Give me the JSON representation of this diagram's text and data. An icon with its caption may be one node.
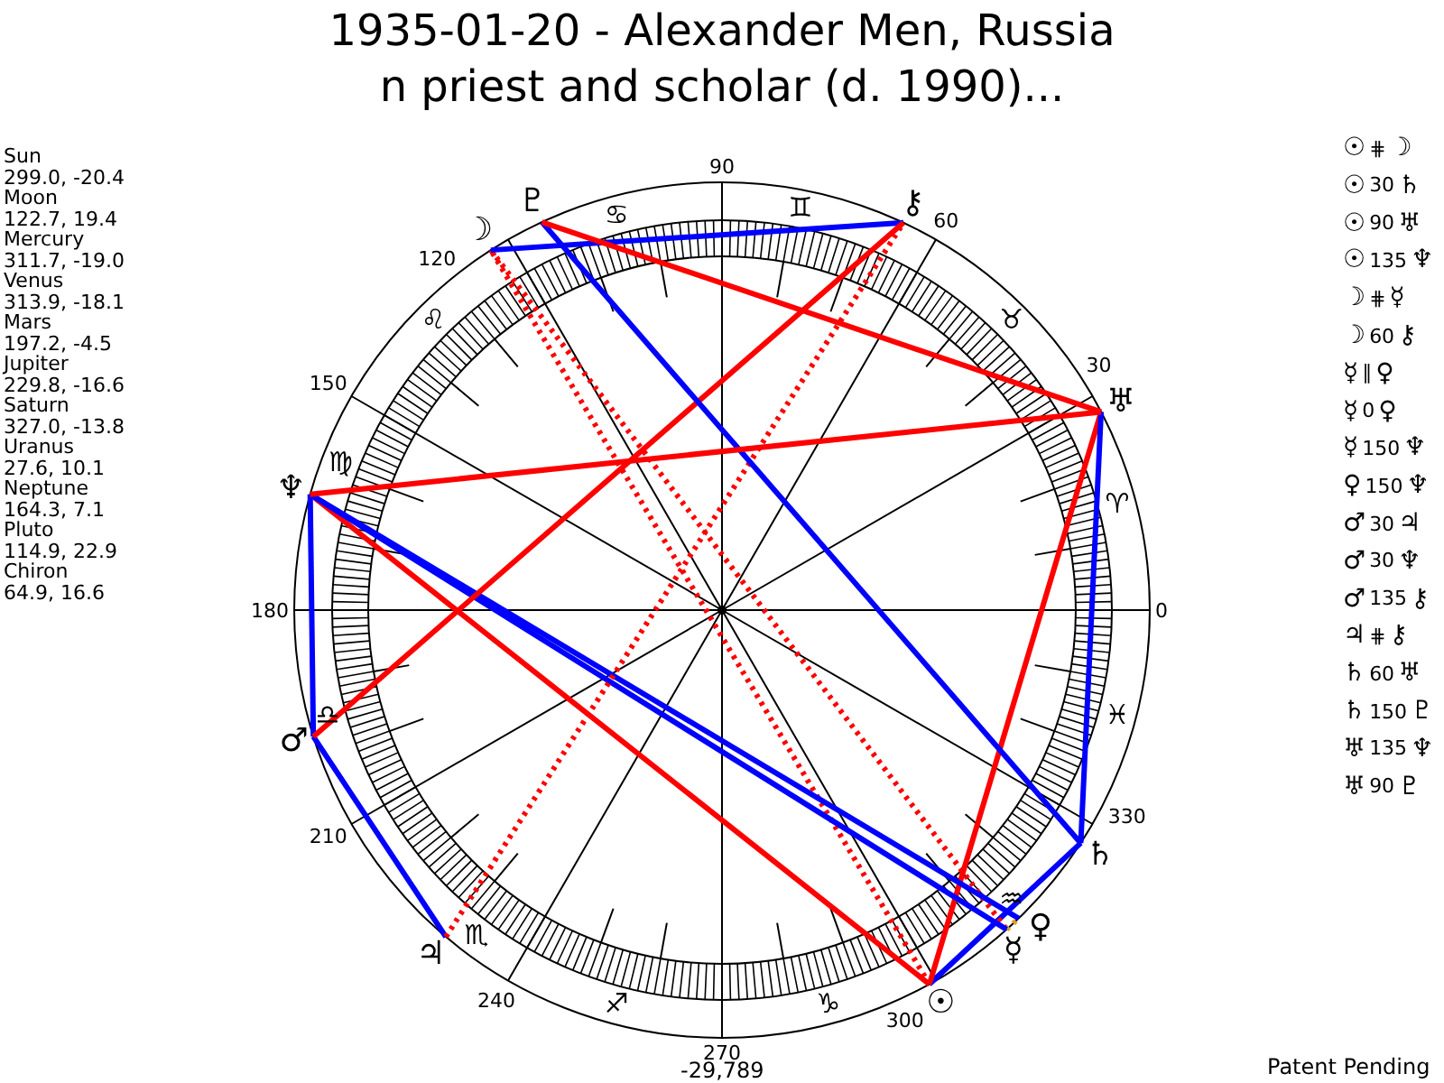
{
  "diagram": {
    "title": "1935-01-20 - Alexander Men, Russia n priest and scholar (d. 1990)...",
    "nodes": [
      {
        "text": [
          "☉"
        ]
      },
      {
        "text": [
          "☽"
        ]
      },
      {
        "text": [
          "☿"
        ]
      },
      {
        "text": [
          "♀"
        ]
      },
      {
        "text": [
          "♂"
        ]
      },
      {
        "text": [
          "♃"
        ]
      },
      {
        "text": [
          "♄"
        ]
      },
      {
        "text": [
          "♅"
        ]
      },
      {
        "text": [
          "♆"
        ]
      },
      {
        "text": [
          "♇"
        ]
      },
      {
        "text": [
          "⚷"
        ]
      }
    ],
    "edges": [
      {
        "from": 0,
        "to": 1,
        "arrow": "none",
        "style": "dashed",
        "color": "#ff0000"
      },
      {
        "from": 0,
        "to": 6,
        "arrow": "none",
        "color": "#0000ff"
      },
      {
        "from": 0,
        "to": 7,
        "arrow": "none",
        "color": "#ff0000"
      },
      {
        "from": 0,
        "to": 8,
        "arrow": "none",
        "color": "#ff0000"
      },
      {
        "from": 1,
        "to": 2,
        "arrow": "none",
        "style": "dashed",
        "color": "#ff0000"
      },
      {
        "from": 1,
        "to": 10,
        "arrow": "none",
        "color": "#0000ff"
      },
      {
        "from": 2,
        "to": 3,
        "arrow": "none",
        "style": "dashed",
        "color": "#e0a020"
      },
      {
        "from": 2,
        "to": 8,
        "arrow": "none",
        "color": "#0000ff"
      },
      {
        "from": 3,
        "to": 8,
        "arrow": "none",
        "color": "#0000ff"
      },
      {
        "from": 4,
        "to": 5,
        "arrow": "none",
        "color": "#0000ff"
      },
      {
        "from": 4,
        "to": 8,
        "arrow": "none",
        "color": "#0000ff"
      },
      {
        "from": 4,
        "to": 10,
        "arrow": "none",
        "color": "#ff0000"
      },
      {
        "from": 5,
        "to": 10,
        "arrow": "none",
        "style": "dashed",
        "color": "#ff0000"
      },
      {
        "from": 6,
        "to": 7,
        "arrow": "none",
        "color": "#0000ff"
      },
      {
        "from": 6,
        "to": 9,
        "arrow": "none",
        "color": "#0000ff"
      },
      {
        "from": 7,
        "to": 8,
        "arrow": "none",
        "color": "#ff0000"
      },
      {
        "from": 7,
        "to": 9,
        "arrow": "none",
        "color": "#ff0000"
      }
    ],
    "labels": [
      "Sun",
      "299.0, -20.4",
      "Moon",
      "122.7, 19.4",
      "Mercury",
      "311.7, -19.0",
      "Venus",
      "313.9, -18.1",
      "Mars",
      "197.2, -4.5",
      "Jupiter",
      "229.8, -16.6",
      "Saturn",
      "327.0, -13.8",
      "Uranus",
      "27.6, 10.1",
      "Neptune",
      "164.3, 7.1",
      "Pluto",
      "114.9, 22.9",
      "Chiron",
      "64.9, 16.6",
      "90",
      "120",
      "60",
      "150",
      "30",
      "180",
      "0",
      "210",
      "330",
      "240",
      "300",
      "270",
      "♋",
      "♊",
      "♌",
      "♉",
      "♍",
      "♈",
      "♎",
      "♓",
      "♏",
      "♒",
      "♐",
      "♑",
      "-29,789",
      "☉",
      "⋕",
      "☽",
      "☉",
      "30",
      "♄",
      "☉",
      "90",
      "♅",
      "☉",
      "135",
      "♆",
      "☽",
      "⋕",
      "☿",
      "☽",
      "60",
      "⚷",
      "☿",
      "∥",
      "♀",
      "☿",
      "0",
      "♀",
      "☿",
      "150",
      "♆",
      "♀",
      "150",
      "♆",
      "♂",
      "30",
      "♃",
      "♂",
      "30",
      "♆",
      "♂",
      "135",
      "⚷",
      "♃",
      "⋕",
      "⚷",
      "♄",
      "60",
      "♅",
      "♄",
      "150",
      "♇",
      "♅",
      "135",
      "♆",
      "♅",
      "90",
      "♇",
      "Patent Pending"
    ]
  }
}
